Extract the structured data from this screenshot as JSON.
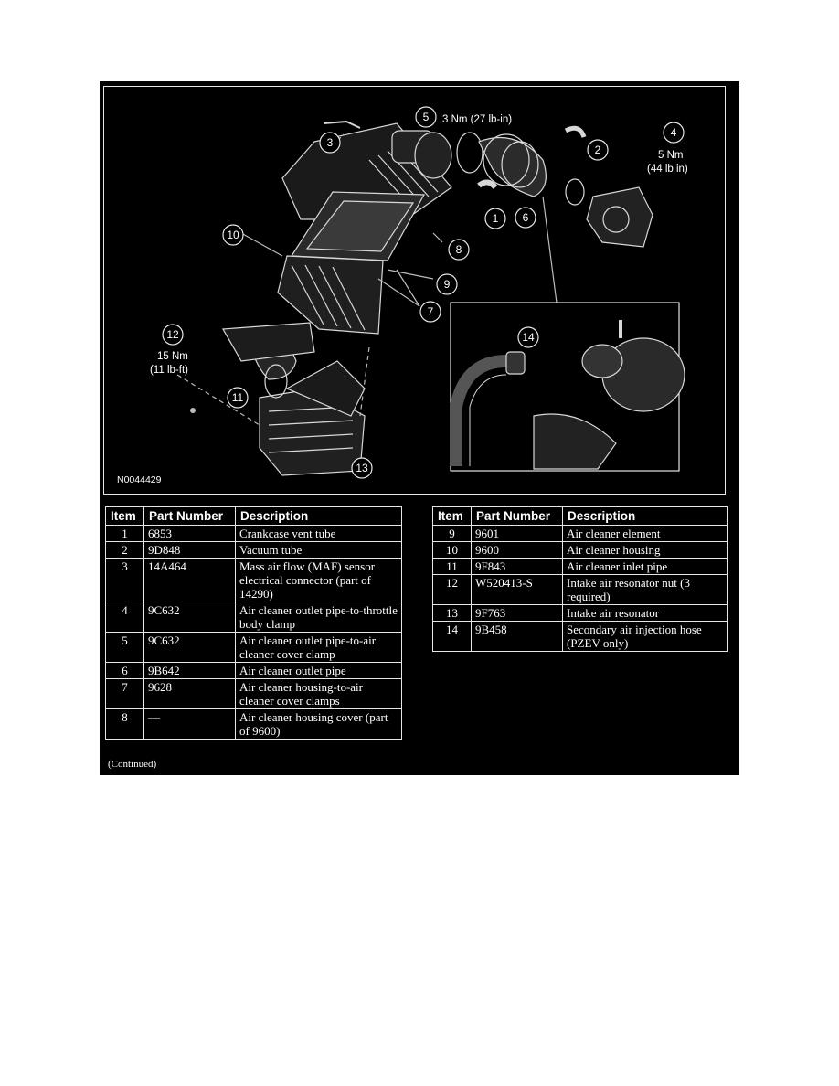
{
  "figure": {
    "figure_id": "N0044429",
    "callouts": [
      "1",
      "2",
      "3",
      "4",
      "5",
      "6",
      "7",
      "8",
      "9",
      "10",
      "11",
      "12",
      "13",
      "14"
    ],
    "torque_5": "3 Nm (27 lb-in)",
    "torque_4_nm": "5 Nm",
    "torque_4_lb": "(44 lb in)",
    "torque_12_nm": "15 Nm",
    "torque_12_lb": "(11 lb-ft)"
  },
  "table_headers": {
    "item": "Item",
    "part_number": "Part Number",
    "description": "Description"
  },
  "table_left": [
    {
      "item": "1",
      "part": "6853",
      "desc": "Crankcase vent tube"
    },
    {
      "item": "2",
      "part": "9D848",
      "desc": "Vacuum tube"
    },
    {
      "item": "3",
      "part": "14A464",
      "desc": "Mass air flow (MAF) sensor electrical connector (part of 14290)"
    },
    {
      "item": "4",
      "part": "9C632",
      "desc": "Air cleaner outlet pipe-to-throttle body clamp"
    },
    {
      "item": "5",
      "part": "9C632",
      "desc": "Air cleaner outlet pipe-to-air cleaner cover clamp"
    },
    {
      "item": "6",
      "part": "9B642",
      "desc": "Air cleaner outlet pipe"
    },
    {
      "item": "7",
      "part": "9628",
      "desc": "Air cleaner housing-to-air cleaner cover clamps"
    },
    {
      "item": "8",
      "part": "—",
      "desc": "Air cleaner housing cover (part of 9600)"
    }
  ],
  "table_right": [
    {
      "item": "9",
      "part": "9601",
      "desc": "Air cleaner element"
    },
    {
      "item": "10",
      "part": "9600",
      "desc": "Air cleaner housing"
    },
    {
      "item": "11",
      "part": "9F843",
      "desc": "Air cleaner inlet pipe"
    },
    {
      "item": "12",
      "part": "W520413-S",
      "desc": "Intake air resonator nut (3 required)"
    },
    {
      "item": "13",
      "part": "9F763",
      "desc": "Intake air resonator"
    },
    {
      "item": "14",
      "part": "9B458",
      "desc": "Secondary air injection hose (PZEV only)"
    }
  ],
  "continued_note": "(Continued)",
  "colors": {
    "background": "#000000",
    "lines": "#e6e6e6",
    "page": "#ffffff"
  }
}
